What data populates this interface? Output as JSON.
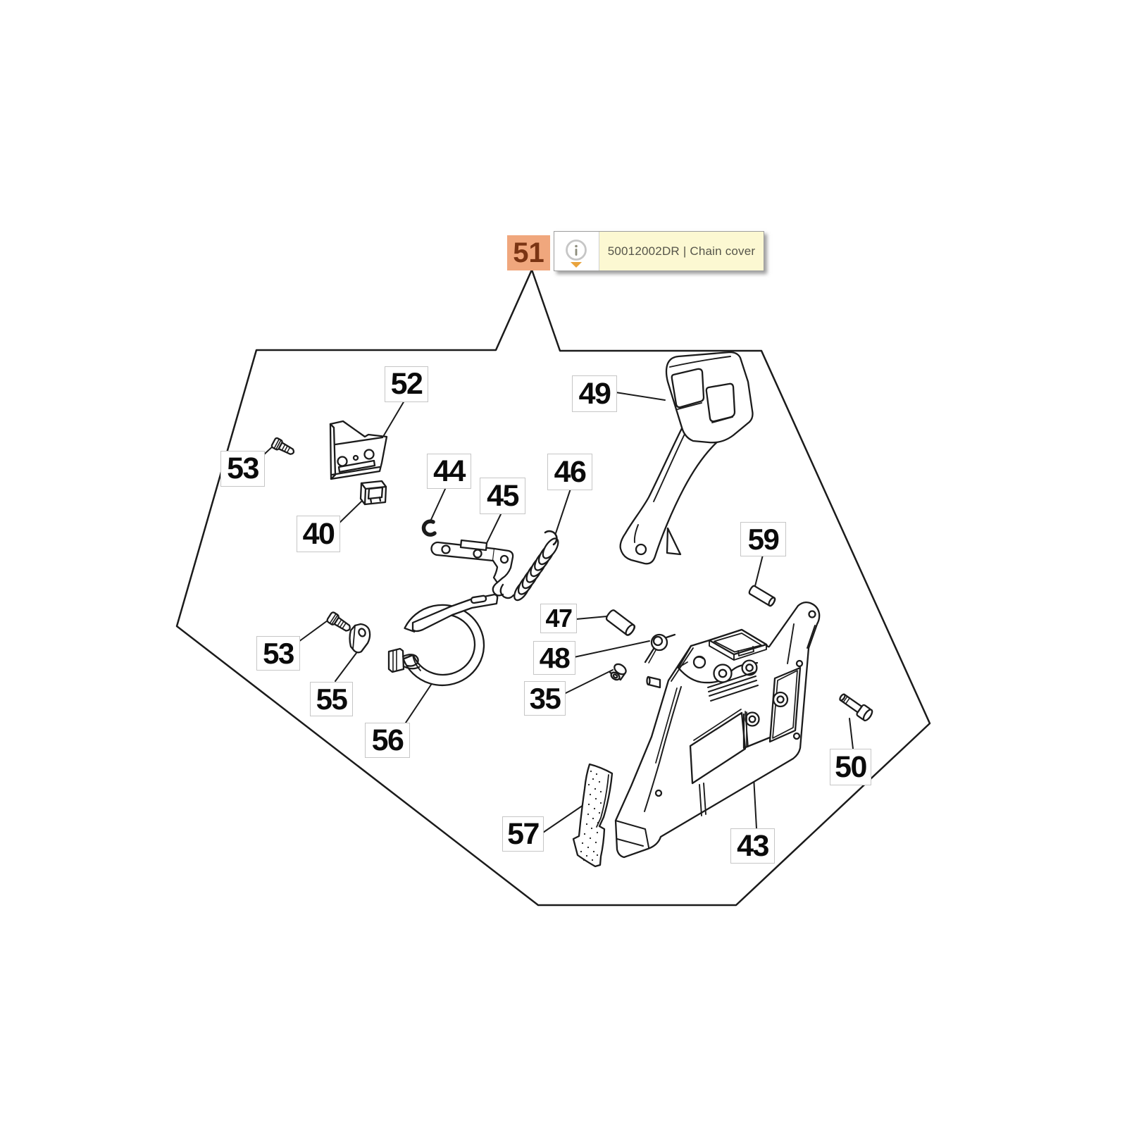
{
  "page": {
    "background": "#ffffff",
    "diagram_type": "exploded-parts-diagram"
  },
  "selected_part": {
    "ref": "51",
    "bg_color": "#f0a77d",
    "text_color": "#7a3413"
  },
  "tooltip": {
    "display_text": "50012002DR | Chain cover",
    "part_number": "50012002DR",
    "separator": "|",
    "part_name": "Chain cover",
    "icon": "info-icon",
    "panel_bg": "#fcf8d2",
    "border_color": "#9e9e9e",
    "arrow_color": "#e9a33c",
    "text_color": "#56554a"
  },
  "diagram": {
    "stroke_color": "#1b1b1b",
    "callouts": [
      {
        "label": "52"
      },
      {
        "label": "49"
      },
      {
        "label": "53"
      },
      {
        "label": "44"
      },
      {
        "label": "45"
      },
      {
        "label": "46"
      },
      {
        "label": "40"
      },
      {
        "label": "59"
      },
      {
        "label": "47"
      },
      {
        "label": "48"
      },
      {
        "label": "35"
      },
      {
        "label": "53"
      },
      {
        "label": "55"
      },
      {
        "label": "56"
      },
      {
        "label": "50"
      },
      {
        "label": "57"
      },
      {
        "label": "43"
      }
    ]
  }
}
